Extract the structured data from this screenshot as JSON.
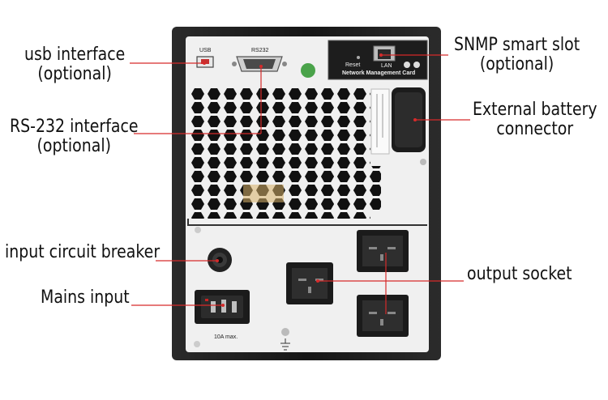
{
  "callouts": {
    "usb_line1": "usb interface",
    "usb_line2": "(optional)",
    "rs232_line1": "RS-232 interface",
    "rs232_line2": "(optional)",
    "breaker": "input circuit breaker",
    "mains": "Mains input",
    "snmp_line1": "SNMP smart slot",
    "snmp_line2": "(optional)",
    "battery_line1": "External battery",
    "battery_line2": "connector",
    "output": "output socket"
  },
  "panel_marks": {
    "usb": "USB",
    "rs232": "RS232",
    "reset": "Reset",
    "lan": "LAN",
    "network_card": "Network Management Card",
    "max_rating": "10A max."
  },
  "colors": {
    "leader_line": "#d62a2a",
    "panel": "#f2f2f2",
    "case": "#1a1a1a"
  }
}
